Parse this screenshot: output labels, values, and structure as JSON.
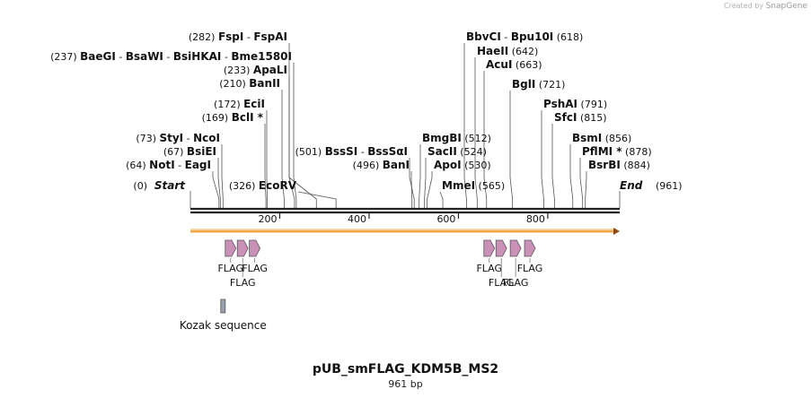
{
  "credit": {
    "prefix": "Created by",
    "brand": "SnapGene"
  },
  "map": {
    "name": "pUB_smFLAG_KDM5B_MS2",
    "length_label": "961 bp",
    "length": 961,
    "start_label": "Start",
    "start_pos_label": "(0)",
    "end_label": "End",
    "end_pos_label": "(961)",
    "ticks": [
      {
        "value": 200,
        "label": "200"
      },
      {
        "value": 400,
        "label": "400"
      },
      {
        "value": 600,
        "label": "600"
      },
      {
        "value": 800,
        "label": "800"
      }
    ]
  },
  "enzyme_groups": [
    {
      "pos": 282,
      "pos_label": "(282)",
      "names": [
        "FspI",
        "FspAI"
      ],
      "side": "left"
    },
    {
      "pos": 237,
      "pos_label": "(237)",
      "names": [
        "BaeGI",
        "BsaWI",
        "BsiHKAI",
        "Bme1580I"
      ],
      "side": "left"
    },
    {
      "pos": 233,
      "pos_label": "(233)",
      "names": [
        "ApaLI"
      ],
      "side": "left"
    },
    {
      "pos": 210,
      "pos_label": "(210)",
      "names": [
        "BanII"
      ],
      "side": "left"
    },
    {
      "pos": 172,
      "pos_label": "(172)",
      "names": [
        "EciI"
      ],
      "side": "left"
    },
    {
      "pos": 169,
      "pos_label": "(169)",
      "names": [
        "BclI *"
      ],
      "side": "left"
    },
    {
      "pos": 73,
      "pos_label": "(73)",
      "names": [
        "StyI",
        "NcoI"
      ],
      "side": "left"
    },
    {
      "pos": 67,
      "pos_label": "(67)",
      "names": [
        "BsiEI"
      ],
      "side": "left"
    },
    {
      "pos": 64,
      "pos_label": "(64)",
      "names": [
        "NotI",
        "EagI"
      ],
      "side": "left"
    },
    {
      "pos": 326,
      "pos_label": "(326)",
      "names": [
        "EcoRV"
      ],
      "side": "left"
    },
    {
      "pos": 501,
      "pos_label": "(501)",
      "names": [
        "BssSI",
        "BssSαI"
      ],
      "side": "left"
    },
    {
      "pos": 496,
      "pos_label": "(496)",
      "names": [
        "BanI"
      ],
      "side": "left"
    },
    {
      "pos": 618,
      "pos_label": "(618)",
      "names": [
        "BbvCI",
        "Bpu10I"
      ],
      "side": "right"
    },
    {
      "pos": 642,
      "pos_label": "(642)",
      "names": [
        "HaeII"
      ],
      "side": "right"
    },
    {
      "pos": 663,
      "pos_label": "(663)",
      "names": [
        "AcuI"
      ],
      "side": "right"
    },
    {
      "pos": 721,
      "pos_label": "(721)",
      "names": [
        "BglI"
      ],
      "side": "right"
    },
    {
      "pos": 791,
      "pos_label": "(791)",
      "names": [
        "PshAI"
      ],
      "side": "right"
    },
    {
      "pos": 815,
      "pos_label": "(815)",
      "names": [
        "SfcI"
      ],
      "side": "right"
    },
    {
      "pos": 512,
      "pos_label": "(512)",
      "names": [
        "BmgBI"
      ],
      "side": "right"
    },
    {
      "pos": 524,
      "pos_label": "(524)",
      "names": [
        "SacII"
      ],
      "side": "right"
    },
    {
      "pos": 530,
      "pos_label": "(530)",
      "names": [
        "ApoI"
      ],
      "side": "right"
    },
    {
      "pos": 565,
      "pos_label": "(565)",
      "names": [
        "MmeI"
      ],
      "side": "right"
    },
    {
      "pos": 856,
      "pos_label": "(856)",
      "names": [
        "BsmI"
      ],
      "side": "right"
    },
    {
      "pos": 878,
      "pos_label": "(878)",
      "names": [
        "PflMI *"
      ],
      "side": "right"
    },
    {
      "pos": 884,
      "pos_label": "(884)",
      "names": [
        "BsrBI"
      ],
      "side": "right"
    }
  ],
  "features": {
    "orf": {
      "start": 0,
      "end": 961,
      "color": "#f3a64a"
    },
    "flag_color": "#c990b8",
    "flags_left": [
      {
        "start": 78,
        "end": 102,
        "label": "FLAG"
      },
      {
        "start": 105,
        "end": 129,
        "label": "FLAG"
      },
      {
        "start": 132,
        "end": 156,
        "label": "FLAG"
      }
    ],
    "flags_right": [
      {
        "start": 657,
        "end": 681,
        "label": "FLAG"
      },
      {
        "start": 684,
        "end": 708,
        "label": "FLAG"
      },
      {
        "start": 716,
        "end": 740,
        "label": "FLAG"
      },
      {
        "start": 748,
        "end": 772,
        "label": "FLAG"
      }
    ],
    "kozak": {
      "start": 68,
      "end": 78,
      "label": "Kozak sequence",
      "color": "#9aa1ac"
    }
  }
}
